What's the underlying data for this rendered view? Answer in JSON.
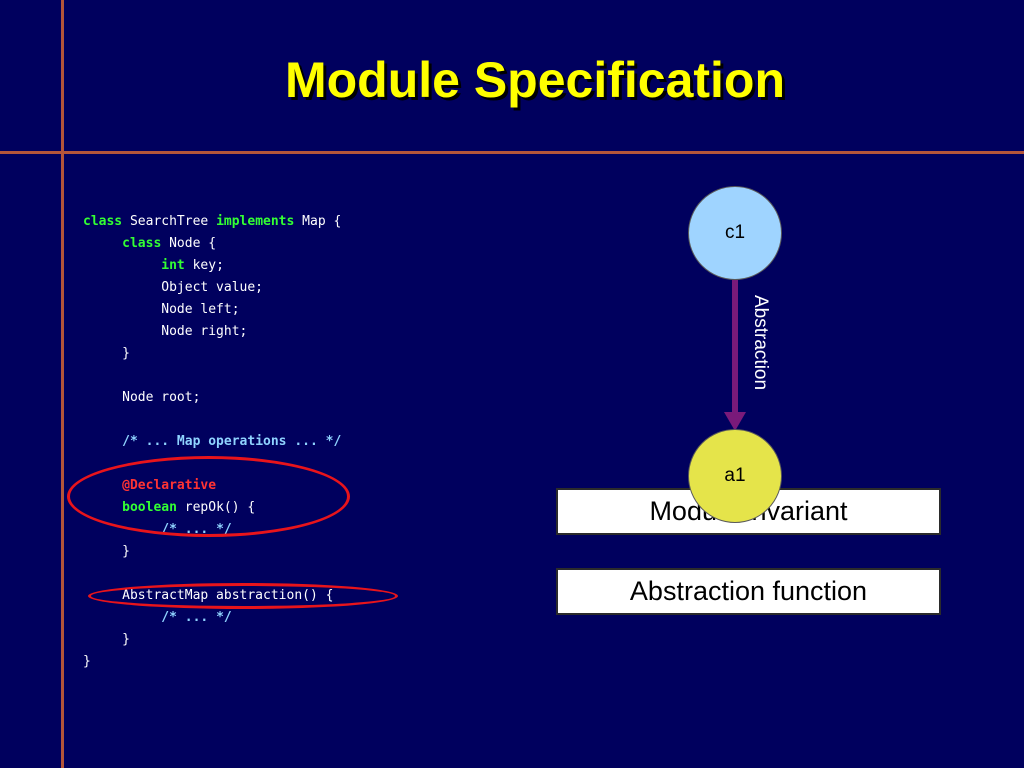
{
  "slide": {
    "title": "Module Specification"
  },
  "code": {
    "lines": [
      [
        {
          "t": "class",
          "s": "kw"
        },
        {
          "t": " SearchTree ",
          "s": ""
        },
        {
          "t": "implements",
          "s": "kw"
        },
        {
          "t": " Map {",
          "s": ""
        }
      ],
      [
        {
          "t": "     ",
          "s": ""
        },
        {
          "t": "class",
          "s": "kw"
        },
        {
          "t": " Node {",
          "s": ""
        }
      ],
      [
        {
          "t": "          ",
          "s": ""
        },
        {
          "t": "int",
          "s": "kw"
        },
        {
          "t": " key;",
          "s": ""
        }
      ],
      [
        {
          "t": "          Object value;",
          "s": ""
        }
      ],
      [
        {
          "t": "          Node left;",
          "s": ""
        }
      ],
      [
        {
          "t": "          Node right;",
          "s": ""
        }
      ],
      [
        {
          "t": "     }",
          "s": ""
        }
      ],
      [],
      [
        {
          "t": "     Node root;",
          "s": ""
        }
      ],
      [],
      [
        {
          "t": "     ",
          "s": ""
        },
        {
          "t": "/* ... Map operations ... */",
          "s": "cm"
        }
      ],
      [],
      [
        {
          "t": "     ",
          "s": ""
        },
        {
          "t": "@Declarative",
          "s": "ann"
        }
      ],
      [
        {
          "t": "     ",
          "s": ""
        },
        {
          "t": "boolean",
          "s": "kw"
        },
        {
          "t": " repOk() {",
          "s": ""
        }
      ],
      [
        {
          "t": "          ",
          "s": ""
        },
        {
          "t": "/* ... */",
          "s": "cm"
        }
      ],
      [
        {
          "t": "     }",
          "s": ""
        }
      ],
      [],
      [
        {
          "t": "     AbstractMap abstraction() {",
          "s": ""
        }
      ],
      [
        {
          "t": "          ",
          "s": ""
        },
        {
          "t": "/* ... */",
          "s": "cm"
        }
      ],
      [
        {
          "t": "     }",
          "s": ""
        }
      ],
      [
        {
          "t": "}",
          "s": ""
        }
      ]
    ]
  },
  "diagram": {
    "node_c1": "c1",
    "node_a1": "a1",
    "edge_label": "Abstraction",
    "box_invariant": "Module invariant",
    "box_abstraction": "Abstraction function"
  },
  "colors": {
    "background": "#00005e",
    "title": "#ffff00",
    "keyword": "#33ff33",
    "comment": "#8fd3ff",
    "annotation": "#ff3333",
    "highlight_ellipse": "#e8141b",
    "arrow": "#7a1a7a",
    "node_c1": "#9fd4ff",
    "node_a1": "#e5e44a",
    "frame_lines": "#b4553a"
  }
}
